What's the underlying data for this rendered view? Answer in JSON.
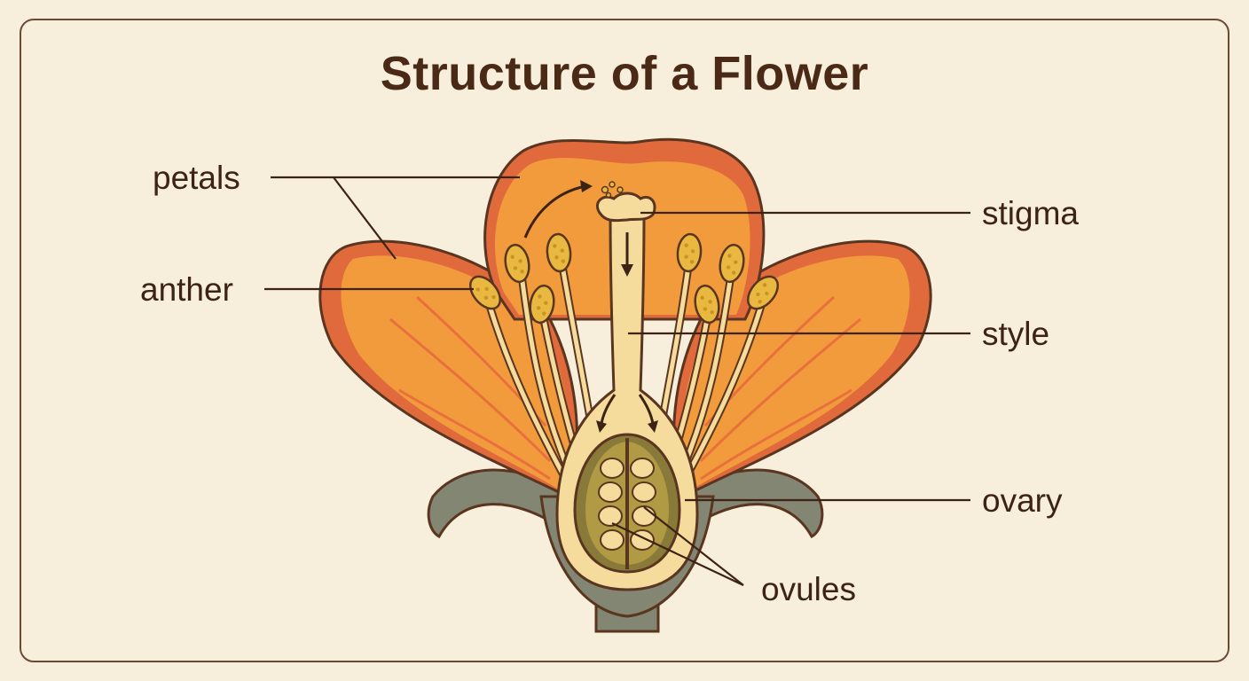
{
  "title": "Structure of a Flower",
  "labels": {
    "petals": "petals",
    "anther": "anther",
    "stigma": "stigma",
    "style": "style",
    "ovary": "ovary",
    "ovules": "ovules"
  },
  "colors": {
    "background": "#f7eedb",
    "petal_outer": "#e06a3c",
    "petal_inner": "#f29b3c",
    "pistil": "#f5dc9c",
    "anther": "#e8b840",
    "sepal": "#838673",
    "ovary_chamber": "#8a7a3a",
    "outline": "#5a3520"
  }
}
